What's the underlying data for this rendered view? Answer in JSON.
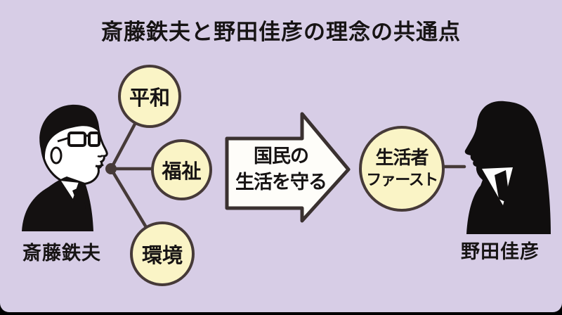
{
  "title": "斎藤鉄夫と野田佳彦の理念の共通点",
  "left_figure": {
    "name": "斎藤鉄夫"
  },
  "right_figure": {
    "name": "野田佳彦"
  },
  "shared_values": [
    {
      "label": "平和"
    },
    {
      "label": "福祉"
    },
    {
      "label": "環境"
    }
  ],
  "arrow": {
    "line1": "国民の",
    "line2": "生活を守る"
  },
  "result": {
    "line1": "生活者",
    "line2": "ファースト"
  },
  "colors": {
    "background": "#d7cde6",
    "circle_fill": "#faf4c6",
    "outline": "#463a38",
    "arrow_fill": "#fefdf9",
    "figure_black": "#141111",
    "text": "#171414"
  }
}
